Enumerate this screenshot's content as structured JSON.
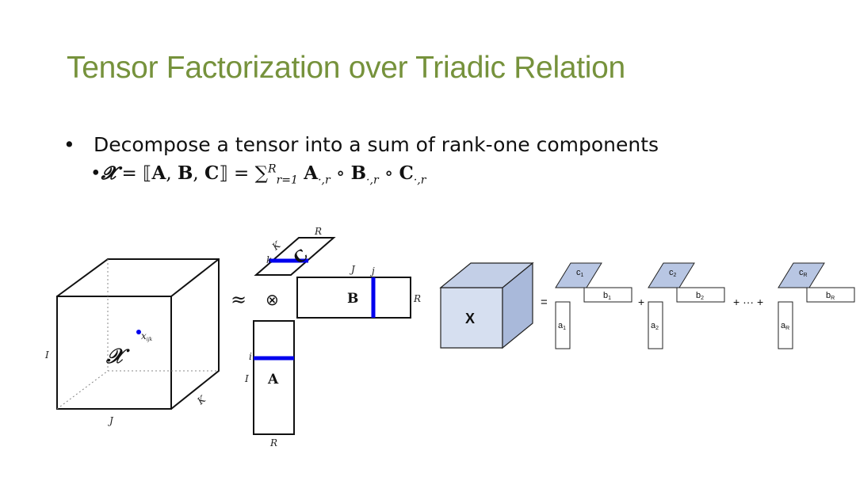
{
  "slide": {
    "title": "Tensor Factorization over Triadic Relation",
    "bullet": "Decompose a tensor into a sum of rank-one components",
    "bullet_marker": "•",
    "formula_parts": {
      "lead": "•",
      "lhs": "𝓧",
      "eq1": " = ⟦",
      "A": "A",
      "B": "B",
      "C": "C",
      "close": "⟧ = ∑",
      "sum_sub": "r=1",
      "sum_sup": "R",
      "term_A": "A",
      "idx": "·,r",
      "circ": " ∘ "
    }
  },
  "left_diagram": {
    "cube_label": "𝒳",
    "element_label": "x",
    "element_sub": "ijk",
    "dim_I": "I",
    "dim_J": "J",
    "dim_K": "K",
    "approx_symbol": "≈",
    "otimes_symbol": "⊗",
    "matrix_A": "A",
    "matrix_B": "B",
    "matrix_C": "C",
    "A_row_label": "i",
    "A_left_label": "I",
    "A_bottom_label": "R",
    "B_top_label": "J",
    "B_col_label": "j",
    "B_right_label": "R",
    "C_top_label": "R",
    "C_left_label": "K",
    "C_row_label": "k"
  },
  "right_diagram": {
    "cube_label": "X",
    "equals": "=",
    "plus": "+",
    "plus_dots": "+ ··· +",
    "components": [
      {
        "c": "c",
        "c_sub": "1",
        "b": "b",
        "b_sub": "1",
        "a": "a",
        "a_sub": "1"
      },
      {
        "c": "c",
        "c_sub": "2",
        "b": "b",
        "b_sub": "2",
        "a": "a",
        "a_sub": "2"
      },
      {
        "c": "c",
        "c_sub": "R",
        "b": "b",
        "b_sub": "R",
        "a": "a",
        "a_sub": "R"
      }
    ]
  },
  "colors": {
    "title": "#76923c",
    "highlight_blue": "#0000ee",
    "cube_front": "#d6dff0",
    "cube_side": "#a9b9da",
    "cube_top": "#c3cfe7",
    "vector_fill": "#b8c6e3"
  }
}
